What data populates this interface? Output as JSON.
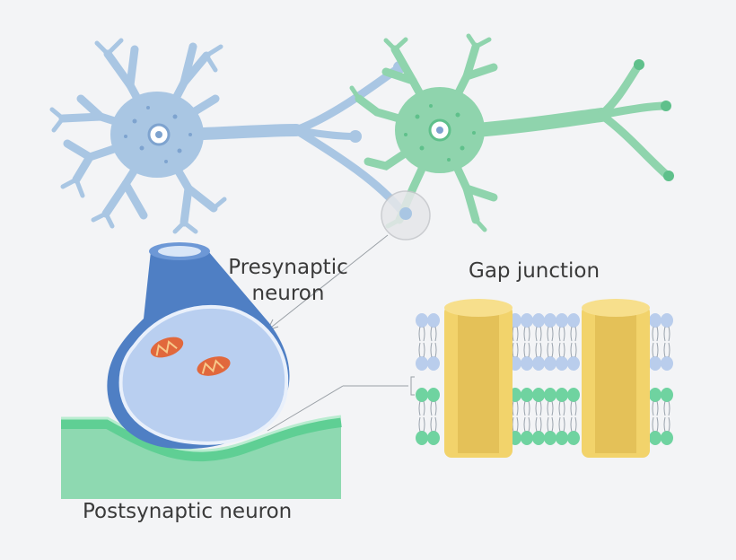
{
  "labels": {
    "presynaptic_line1": "Presynaptic",
    "presynaptic_line2": "neuron",
    "postsynaptic": "Postsynaptic neuron",
    "gap_junction": "Gap junction"
  },
  "colors": {
    "background": "#f3f4f6",
    "neuron_blue": "#a9c6e3",
    "neuron_blue_dark": "#7ea3cf",
    "neuron_green": "#8fd4ad",
    "neuron_green_dark": "#5fc08b",
    "terminal_blue": "#4f7fc4",
    "postsynaptic_green": "#5fcf94",
    "connexon_yellow": "#f2d36b",
    "lipid_blue": "#b9cdec",
    "lipid_green": "#6fd3a0",
    "mitochondria_orange": "#e1683c"
  },
  "icons": [
    "presynaptic-neuron-icon",
    "postsynaptic-neuron-icon",
    "synaptic-terminal-icon",
    "mitochondrion-icon",
    "gap-junction-membrane-icon",
    "connexon-channel-icon"
  ]
}
